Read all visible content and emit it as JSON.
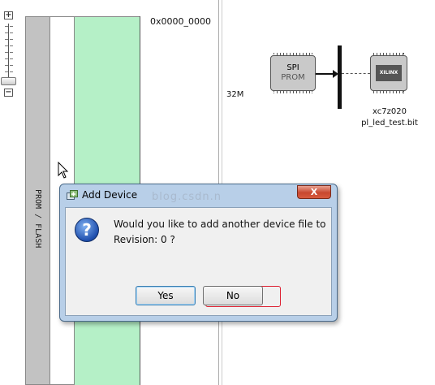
{
  "zoom": {
    "plus_label": "+",
    "minus_label": "−"
  },
  "memory_map": {
    "start_address": "0x0000_0000",
    "size_label": "32M",
    "region_label": "PROM / FLASH"
  },
  "chain": {
    "prom": {
      "line1": "SPI",
      "line2": "PROM"
    },
    "fpga": {
      "logo": "XILINX",
      "part": "xc7z020",
      "file": "pl_led_test.bit"
    }
  },
  "dialog": {
    "title": "Add Device",
    "close_label": "X",
    "question_glyph": "?",
    "message_line1": "Would you like to add another device file to",
    "message_line2": "Revision: 0 ?",
    "yes_label": "Yes",
    "no_label": "No",
    "watermark": "blog.csdn.n"
  },
  "colors": {
    "flash_region": "#b5f0c7",
    "dialog_frame": "#b8cfe8",
    "close_button": "#c8472f"
  }
}
